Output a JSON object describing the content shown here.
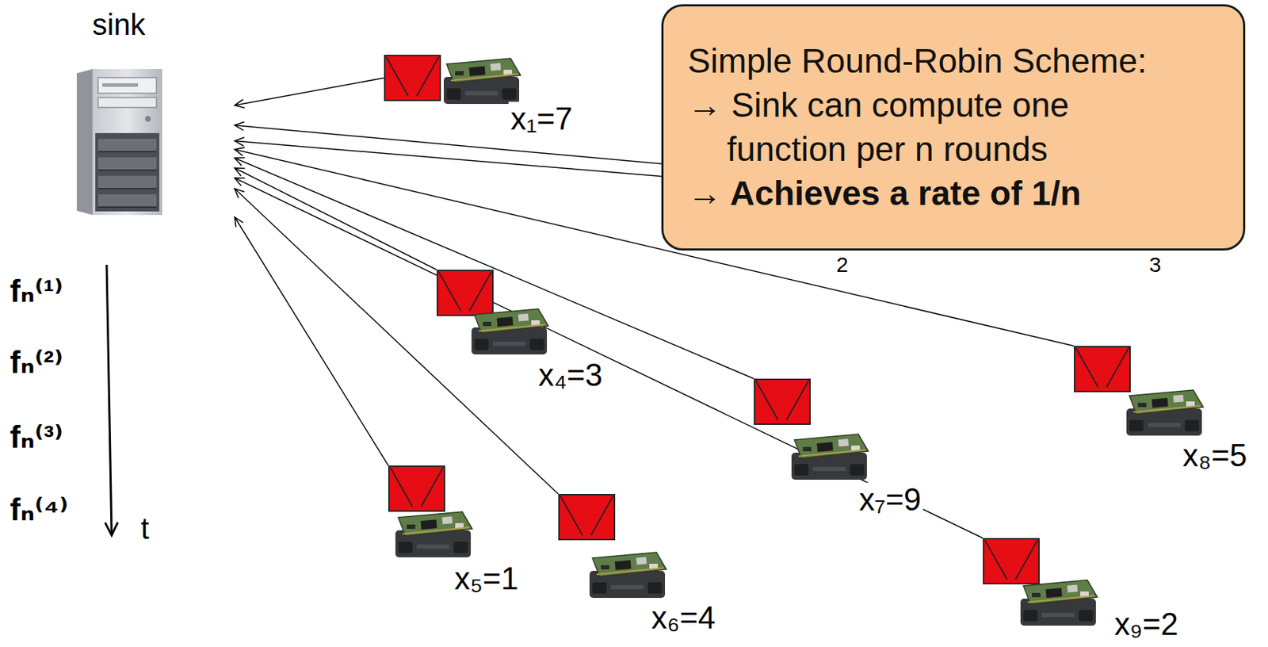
{
  "diagram": {
    "nodes": [
      {
        "text": [
          "sink"
        ]
      },
      {
        "text": [
          "x₁=7"
        ]
      },
      {
        "text": [
          "Simple Round-Robin Scheme:",
          "→ Sink can compute one function per n rounds",
          "→ Achieves a rate of 1/n"
        ]
      },
      {
        "text": [
          "x₄=3"
        ]
      },
      {
        "text": [
          "x₈=5"
        ]
      },
      {
        "text": [
          "x₇=9"
        ]
      },
      {
        "text": [
          "x₅=1"
        ]
      },
      {
        "text": [
          "x₆=4"
        ]
      },
      {
        "text": [
          "x₉=2"
        ]
      }
    ],
    "edges": [
      {
        "from": 1,
        "to": 0,
        "arrow": "to"
      },
      {
        "from": 3,
        "to": 0,
        "arrow": "to"
      },
      {
        "from": 4,
        "to": 0,
        "arrow": "to"
      },
      {
        "from": 5,
        "to": 0,
        "arrow": "to"
      },
      {
        "from": 6,
        "to": 0,
        "arrow": "to"
      },
      {
        "from": 7,
        "to": 0,
        "arrow": "to"
      },
      {
        "from": 8,
        "to": 0,
        "arrow": "to"
      }
    ],
    "labels": [
      "fₙ⁽¹⁾",
      "fₙ⁽²⁾",
      "fₙ⁽³⁾",
      "fₙ⁽⁴⁾",
      "t",
      "2",
      "3"
    ]
  }
}
